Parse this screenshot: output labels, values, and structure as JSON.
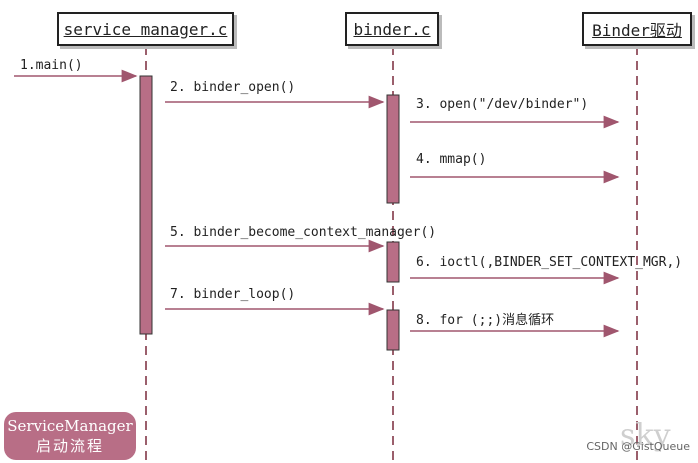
{
  "participants": {
    "service_manager": "service manager.c",
    "binder_c": "binder.c",
    "binder_driver": "Binder驱动"
  },
  "messages": {
    "m1": "1.main()",
    "m2": "2. binder_open()",
    "m3": "3. open(\"/dev/binder\")",
    "m4": "4. mmap()",
    "m5": "5. binder_become_context_manager()",
    "m6": "6. ioctl(,BINDER_SET_CONTEXT_MGR,)",
    "m7": "7. binder_loop()",
    "m8": "8. for (;;)消息循环"
  },
  "badge": {
    "line1": "ServiceManager",
    "line2": "启动流程"
  },
  "watermark": {
    "text": "CSDN @GistQueue",
    "faded": "sky"
  },
  "colors": {
    "activation": "#b86e86",
    "arrow": "#a0566e",
    "lifeline": "#7a2a3c"
  }
}
